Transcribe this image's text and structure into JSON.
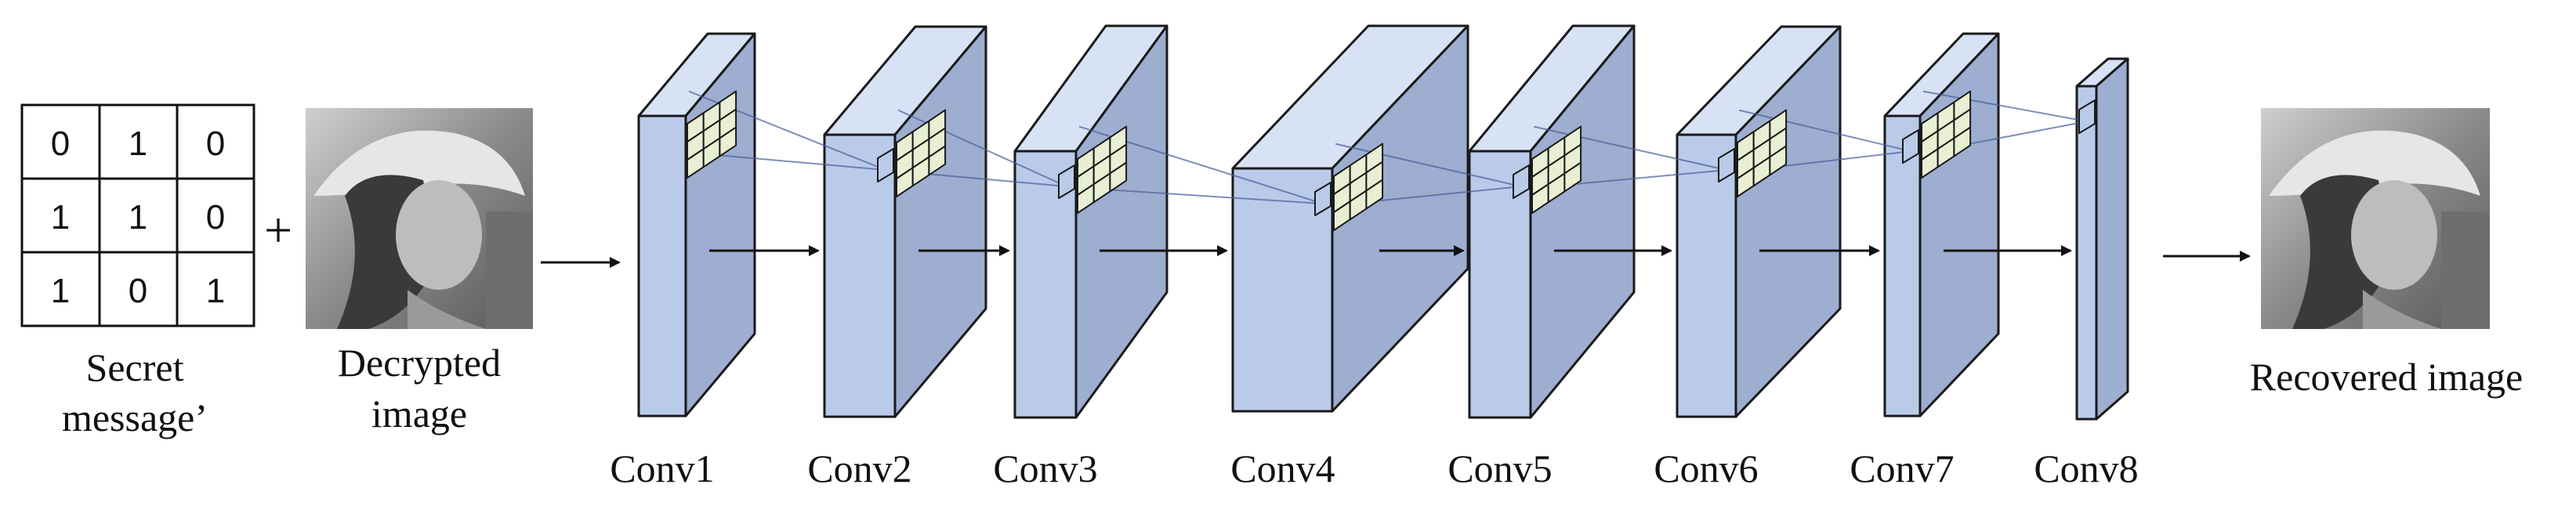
{
  "secret_message": {
    "grid": [
      [
        "0",
        "1",
        "0"
      ],
      [
        "1",
        "1",
        "0"
      ],
      [
        "1",
        "0",
        "1"
      ]
    ],
    "caption_line1": "Secret",
    "caption_line2": "message’"
  },
  "plus_sign": "+",
  "decrypted_image": {
    "caption_line1": "Decrypted",
    "caption_line2": "image"
  },
  "layers": [
    {
      "label": "Conv1"
    },
    {
      "label": "Conv2"
    },
    {
      "label": "Conv3"
    },
    {
      "label": "Conv4"
    },
    {
      "label": "Conv5"
    },
    {
      "label": "Conv6"
    },
    {
      "label": "Conv7"
    },
    {
      "label": "Conv8"
    }
  ],
  "recovered_image": {
    "caption": "Recovered image"
  },
  "colors": {
    "block_front": "#b9cbe9",
    "block_top": "#d7e2f4",
    "block_side": "#9eaed0",
    "kernel_fill": "#e8efd3",
    "connection_line": "#4b5f9a",
    "outline": "#1a1a1a"
  },
  "icons": {
    "arrow": "right-arrow-icon"
  }
}
